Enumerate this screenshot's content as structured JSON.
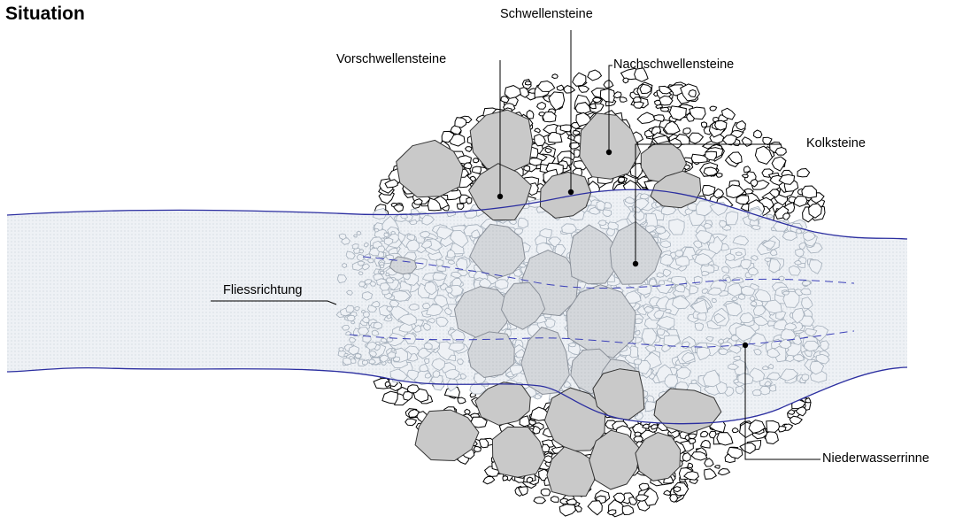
{
  "title": "Situation",
  "labels": {
    "schwellensteine": "Schwellensteine",
    "vorschwellensteine": "Vorschwellensteine",
    "nachschwellensteine": "Nachschwellensteine",
    "kolksteine": "Kolksteine",
    "fliessrichtung": "Fliessrichtung",
    "niederwasserrinne": "Niederwasserrinne"
  },
  "colors": {
    "water": "#eef2f6",
    "waterline": "#2b2ea0",
    "stone": "#c9c9c9",
    "stone_edge": "#555555",
    "pebble_edge": "#000000"
  }
}
